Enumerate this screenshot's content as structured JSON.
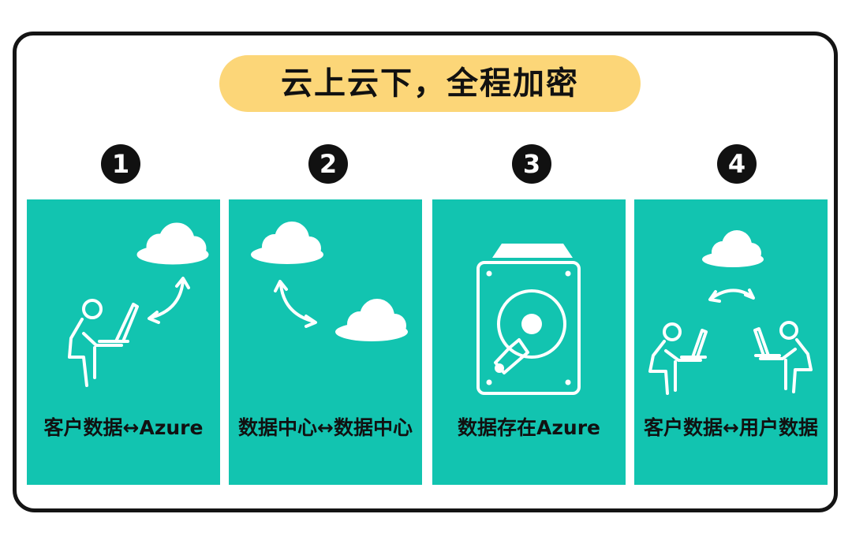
{
  "title": "云上云下，全程加密",
  "steps": [
    {
      "number": "1",
      "label": "客户数据↔Azure",
      "icon": "user-laptop-cloud-icon"
    },
    {
      "number": "2",
      "label": "数据中心↔数据中心",
      "icon": "cloud-to-cloud-icon"
    },
    {
      "number": "3",
      "label": "数据存在Azure",
      "icon": "hard-drive-icon"
    },
    {
      "number": "4",
      "label": "客户数据↔用户数据",
      "icon": "users-cloud-icon"
    }
  ],
  "colors": {
    "panel": "#12c4b0",
    "title_highlight": "#fcd678",
    "ink": "#111111"
  }
}
